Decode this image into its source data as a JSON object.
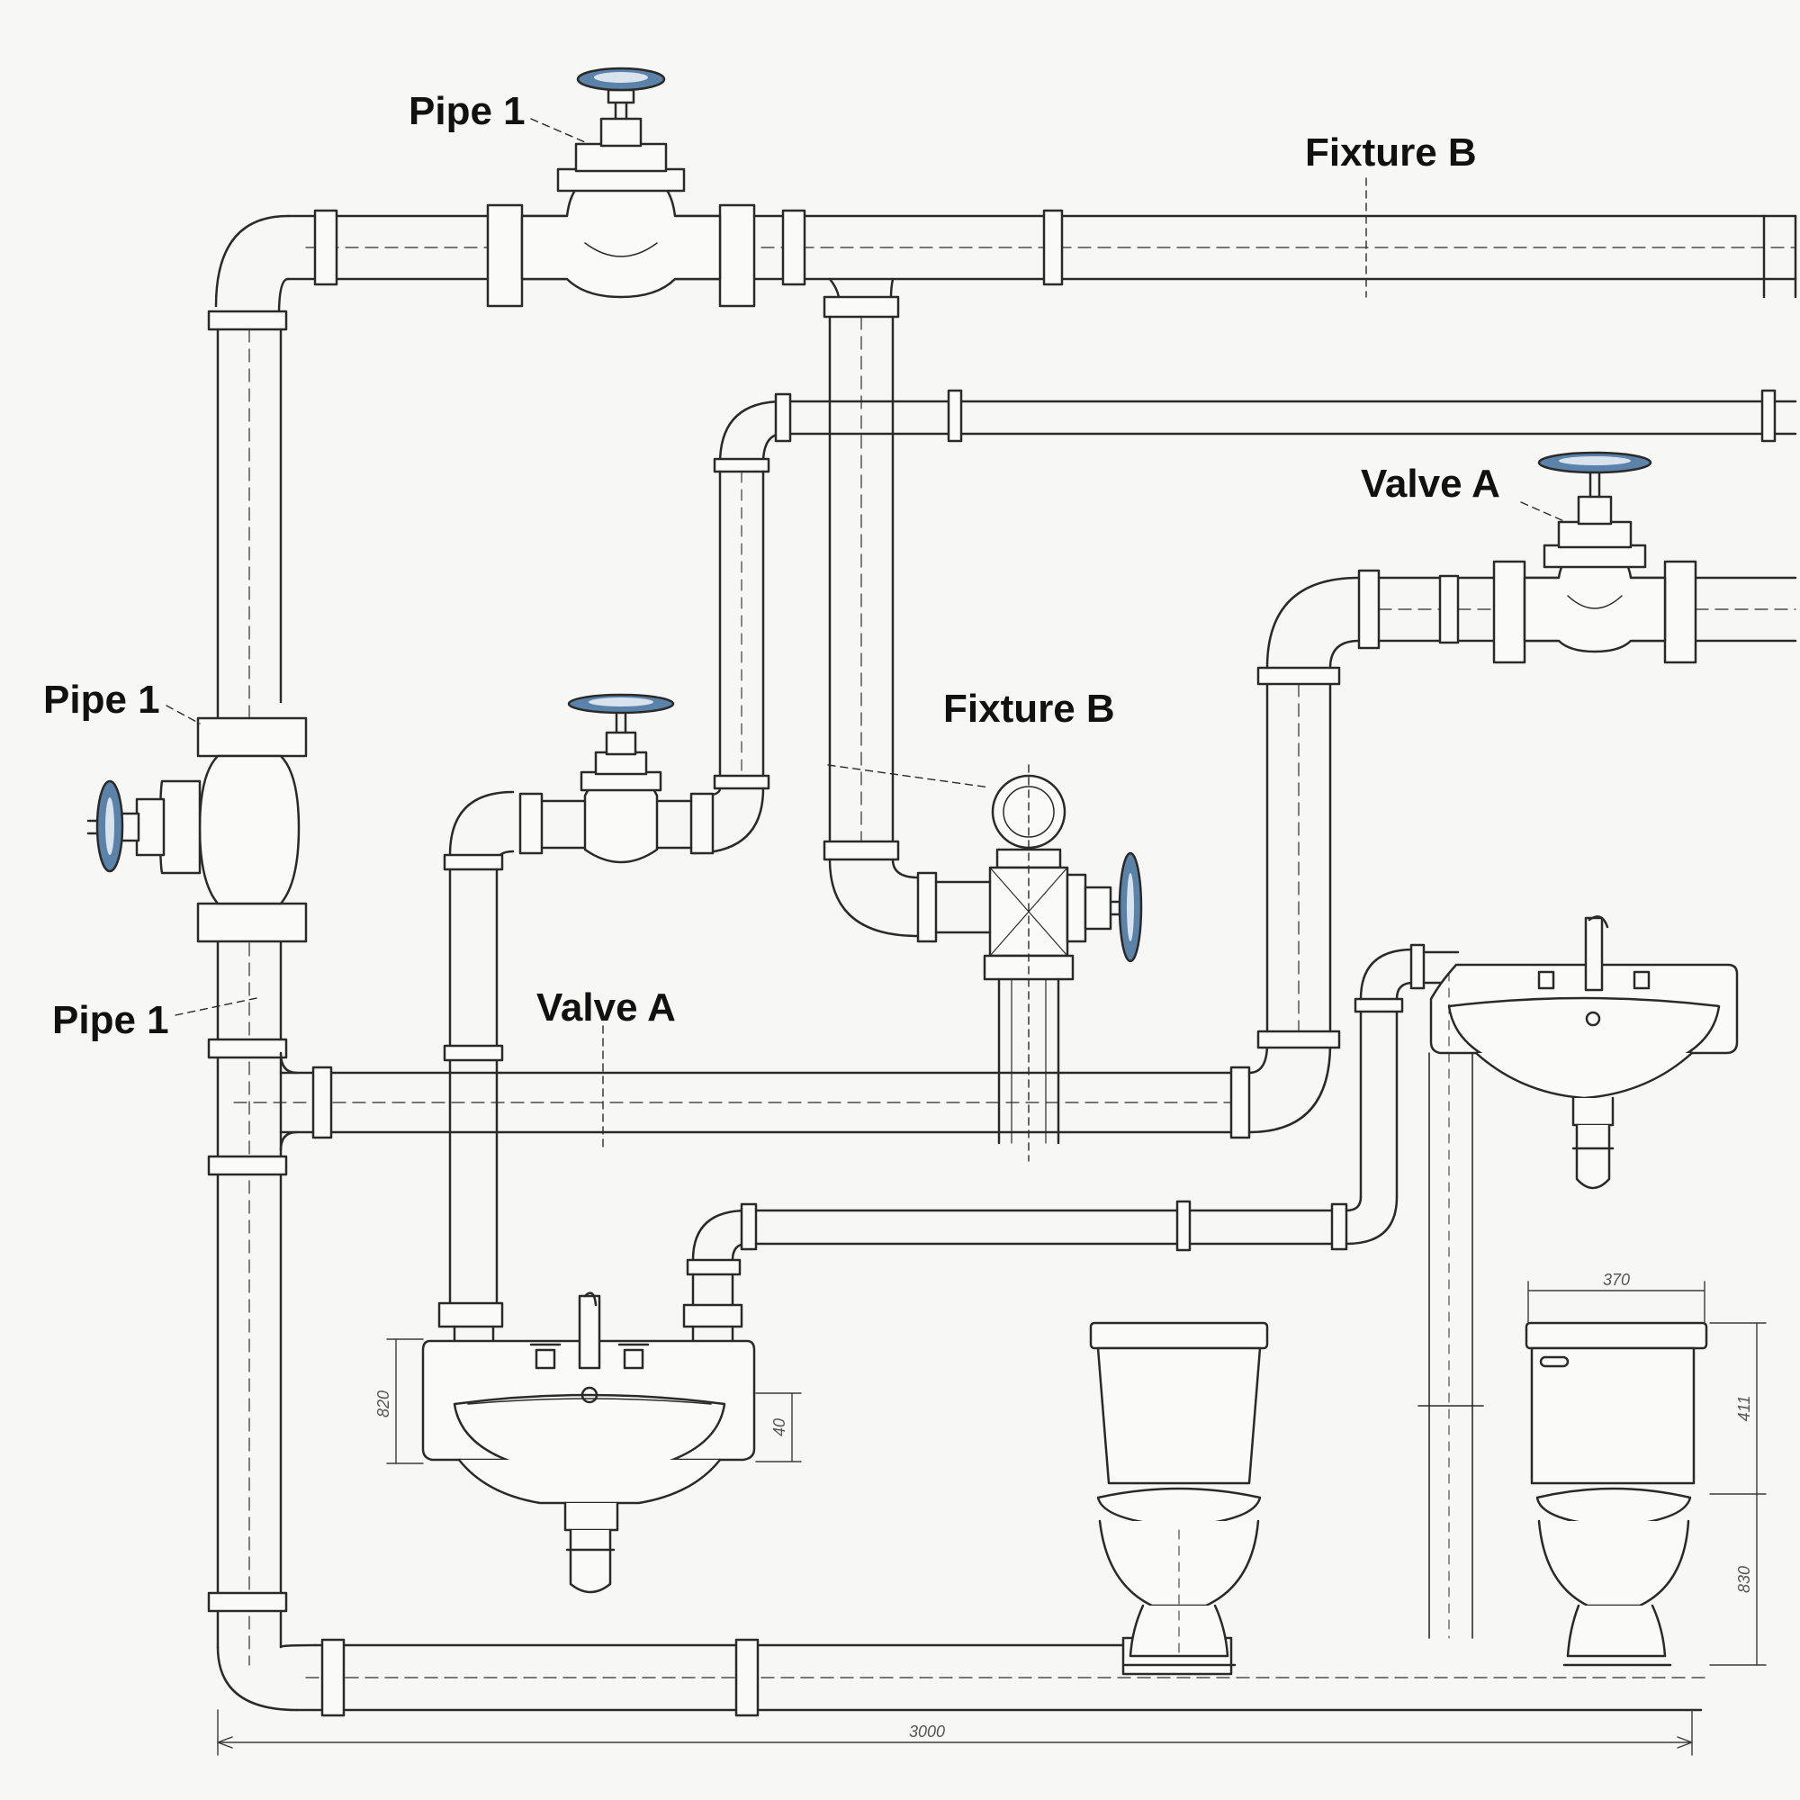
{
  "labels": {
    "pipe_top": "Pipe 1",
    "fixture_top": "Fixture B",
    "valve_right": "Valve A",
    "pipe_left_upper": "Pipe 1",
    "fixture_center": "Fixture B",
    "pipe_left_lower": "Pipe 1",
    "valve_center": "Valve A"
  },
  "dimensions": {
    "overall_width": "3000",
    "toilet_width": "370",
    "sink_height": "820",
    "sink_bowl": "40",
    "toilet_tank": "411",
    "toilet_base": "830"
  },
  "colors": {
    "ink": "#2a2a2a",
    "pipe_fill": "#fafbf9",
    "handwheel": "#5b82a8",
    "background": "#f7f8f6"
  },
  "icons": [
    "gate-valve-icon",
    "handwheel-icon",
    "sink-icon",
    "toilet-icon",
    "tee-junction-icon"
  ]
}
